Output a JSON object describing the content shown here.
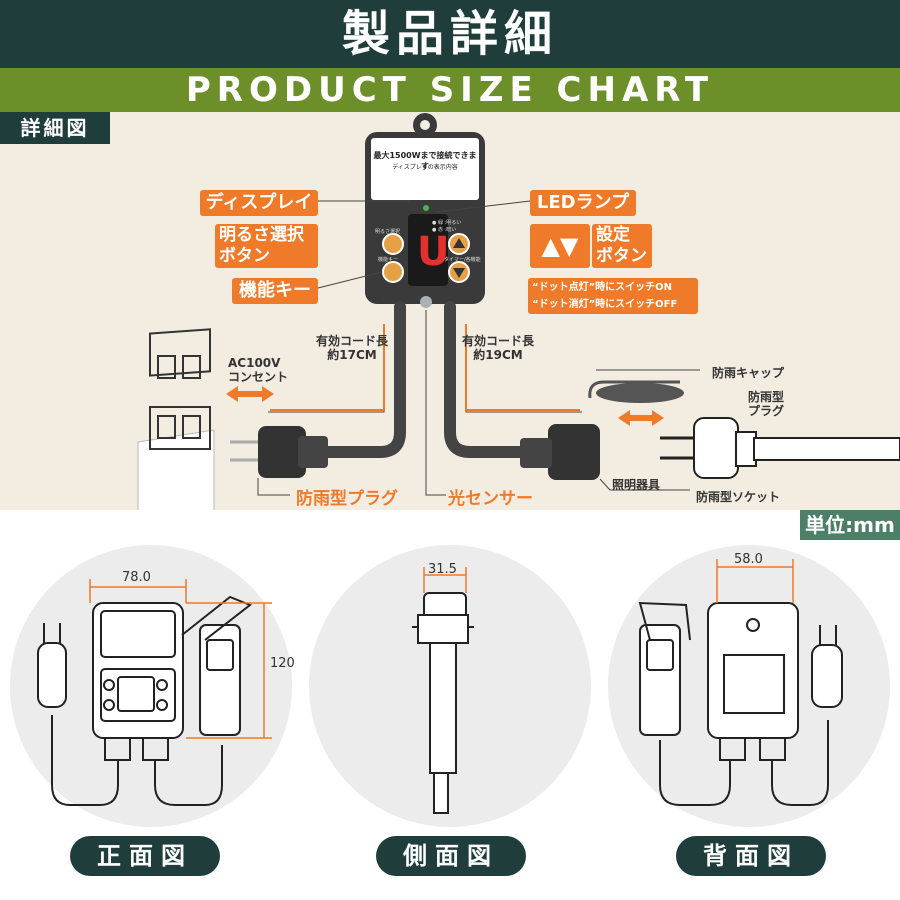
{
  "header": {
    "title": "製品詳細",
    "subtitle": "PRODUCT SIZE CHART"
  },
  "detail": {
    "label": "詳細図",
    "device_title": "最大1500Wまで接続できます",
    "device_subtitle": "ディスプレイの表示内容",
    "callouts": {
      "display": "ディスプレイ",
      "led_lamp": "LEDランプ",
      "brightness_line1": "明るさ選択",
      "brightness_line2": "ボタン",
      "function_key": "機能キー",
      "setting_line1": "設定",
      "setting_line2": "ボタン",
      "arrows": "▲▼"
    },
    "dot_note_1": "“ドット点灯”時にスイッチON",
    "dot_note_2": "“ドット消灯”時にスイッチOFF",
    "cord_left_1": "有効コード長",
    "cord_left_2": "約17CM",
    "cord_right_1": "有効コード長",
    "cord_right_2": "約19CM",
    "outlet_1": "AC100V",
    "outlet_2": "コンセント",
    "rain_cap": "防雨キャップ",
    "rain_plug_1": "防雨型",
    "rain_plug_2": "プラグ",
    "lighting": "照明器具",
    "socket": "防雨型ソケット",
    "bottom_plug": "防雨型プラグ",
    "light_sensor": "光センサー",
    "button_labels": {
      "bright": "明るさ選択",
      "func": "機能キー",
      "timer": "タイマー/各機能"
    },
    "led_labels": {
      "on": "● 緑 :明るい",
      "off": "● 赤 :暗い"
    },
    "display_digit": "U"
  },
  "unit": "単位:mm",
  "views": [
    {
      "label": "正面図",
      "width": "78.0",
      "height": "120"
    },
    {
      "label": "側面図",
      "width": "31.5"
    },
    {
      "label": "背面図",
      "width": "58.0"
    }
  ]
}
